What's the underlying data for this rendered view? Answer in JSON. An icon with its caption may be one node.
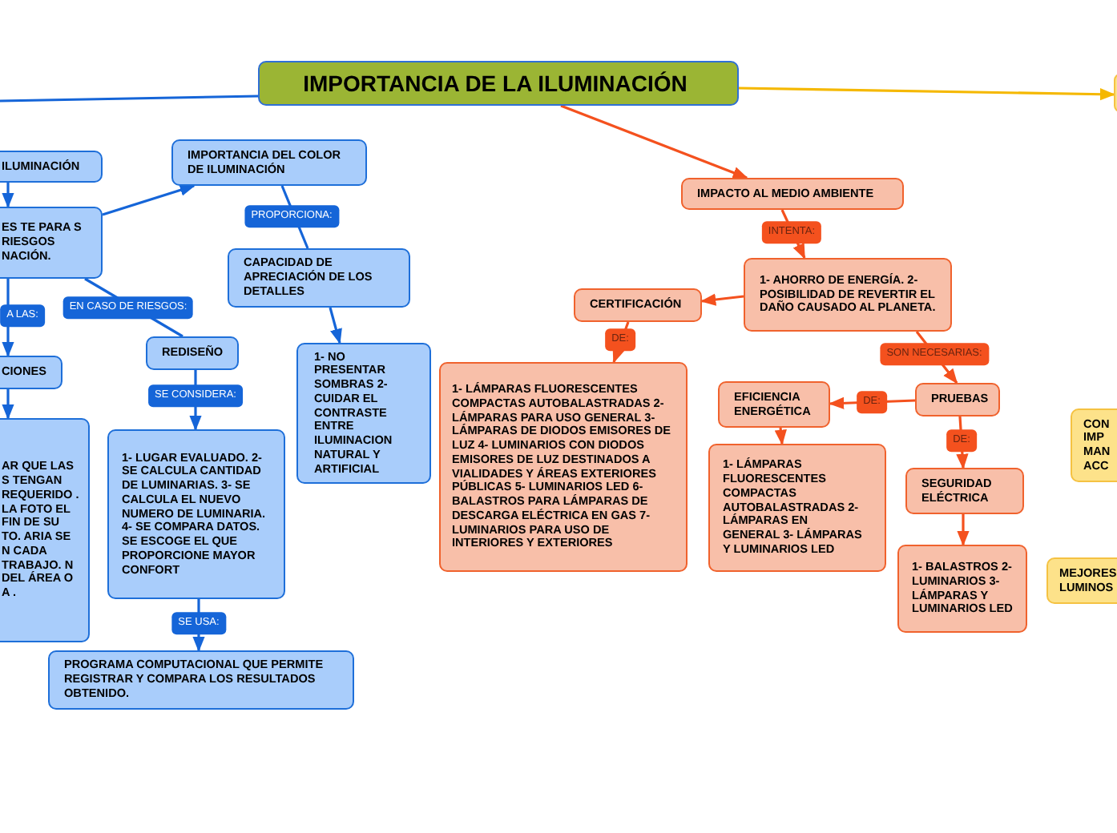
{
  "diagram": {
    "nodes": [
      {
        "text": [
          "IMPORTANCIA DE LA ILUMINACIÓN"
        ]
      },
      {
        "text": [
          "ILUMINACIÓN"
        ]
      },
      {
        "text": [
          "ES TE PARA S RIESGOS NACIÓN."
        ]
      },
      {
        "text": [
          "CIONES"
        ]
      },
      {
        "text": [
          "AR QUE LAS S TENGAN REQUERIDO . LA FOTO EL FIN DE SU TO. ARIA SE N CADA TRABAJO. N DEL ÁREA O A ."
        ]
      },
      {
        "text": [
          "IMPORTANCIA DEL COLOR DE ILUMINACIÓN"
        ]
      },
      {
        "text": [
          "CAPACIDAD DE APRECIACIÓN DE LOS DETALLES"
        ]
      },
      {
        "text": [
          "REDISEÑO"
        ]
      },
      {
        "text": [
          "1- NO PRESENTAR SOMBRAS 2- CUIDAR EL CONTRASTE ENTRE ILUMINACION NATURAL Y ARTIFICIAL"
        ]
      },
      {
        "text": [
          "1- LUGAR EVALUADO. 2- SE CALCULA CANTIDAD DE LUMINARIAS. 3- SE CALCULA EL NUEVO NUMERO DE LUMINARIA. 4- SE COMPARA DATOS. SE ESCOGE EL QUE PROPORCIONE MAYOR CONFORT"
        ]
      },
      {
        "text": [
          "PROGRAMA COMPUTACIONAL QUE PERMITE REGISTRAR Y COMPARA LOS RESULTADOS OBTENIDO."
        ]
      },
      {
        "text": [
          "IMPACTO AL MEDIO AMBIENTE"
        ]
      },
      {
        "text": [
          "1- AHORRO DE ENERGÍA. 2- POSIBILIDAD DE REVERTIR EL DAÑO CAUSADO AL PLANETA."
        ]
      },
      {
        "text": [
          "CERTIFICACIÓN"
        ]
      },
      {
        "text": [
          "1- LÁMPARAS FLUORESCENTES COMPACTAS AUTOBALASTRADAS 2- LÁMPARAS PARA USO GENERAL 3- LÁMPARAS DE DIODOS EMISORES DE LUZ 4- LUMINARIOS CON DIODOS EMISORES DE LUZ DESTINADOS A VIALIDADES Y ÁREAS EXTERIORES PÚBLICAS 5- LUMINARIOS LED 6- BALASTROS PARA LÁMPARAS DE DESCARGA ELÉCTRICA EN GAS 7- LUMINARIOS PARA USO DE INTERIORES Y EXTERIORES"
        ]
      },
      {
        "text": [
          "PRUEBAS"
        ]
      },
      {
        "text": [
          "EFICIENCIA ENERGÉTICA"
        ]
      },
      {
        "text": [
          "1- LÁMPARAS FLUORESCENTES COMPACTAS AUTOBALASTRADAS 2- LÁMPARAS EN GENERAL 3- LÁMPARAS Y LUMINARIOS LED"
        ]
      },
      {
        "text": [
          "SEGURIDAD ELÉCTRICA"
        ]
      },
      {
        "text": [
          "1- BALASTROS 2- LUMINARIOS 3- LÁMPARAS Y LUMINARIOS LED"
        ]
      },
      {
        "text": [],
        "shape": "box"
      },
      {
        "text": [
          "CON IMP MAN ACC"
        ]
      },
      {
        "text": [
          "MEJORES LUMINOS"
        ]
      }
    ],
    "edges": [
      {
        "from": 0,
        "to": null,
        "arrow": "none"
      },
      {
        "from": 0,
        "to": 20,
        "arrow": "to",
        "color": "#f5b800"
      },
      {
        "from": 0,
        "to": 11,
        "arrow": "to",
        "color": "#f4511e"
      },
      {
        "from": 1,
        "to": 2,
        "arrow": "to"
      },
      {
        "from": 2,
        "to": 5,
        "arrow": "to"
      },
      {
        "from": 2,
        "to": 3,
        "arrow": "to",
        "label": "A LAS:"
      },
      {
        "from": 3,
        "to": 4,
        "arrow": "to"
      },
      {
        "from": 2,
        "to": 7,
        "arrow": "none",
        "label": "EN CASO DE RIESGOS:"
      },
      {
        "from": 5,
        "to": 6,
        "arrow": "none",
        "label": "PROPORCIONA:"
      },
      {
        "from": 6,
        "to": 8,
        "arrow": "to"
      },
      {
        "from": 7,
        "to": 9,
        "arrow": "to",
        "label": "SE CONSIDERA:"
      },
      {
        "from": 9,
        "to": 10,
        "arrow": "to",
        "label": "SE USA:"
      },
      {
        "from": 11,
        "to": 12,
        "arrow": "to",
        "label": "INTENTA:",
        "color": "#f4511e"
      },
      {
        "from": 12,
        "to": 13,
        "arrow": "to",
        "color": "#f4511e"
      },
      {
        "from": 13,
        "to": 14,
        "arrow": "to",
        "label": "DE:",
        "color": "#f4511e"
      },
      {
        "from": 12,
        "to": 15,
        "arrow": "to",
        "label": "SON NECESARIAS:",
        "color": "#f4511e"
      },
      {
        "from": 15,
        "to": 16,
        "arrow": "to",
        "label": "DE:",
        "color": "#f4511e"
      },
      {
        "from": 16,
        "to": 17,
        "arrow": "to",
        "color": "#f4511e"
      },
      {
        "from": 15,
        "to": 18,
        "arrow": "to",
        "label": "DE:",
        "color": "#f4511e"
      },
      {
        "from": 18,
        "to": 19,
        "arrow": "to",
        "color": "#f4511e"
      }
    ]
  }
}
